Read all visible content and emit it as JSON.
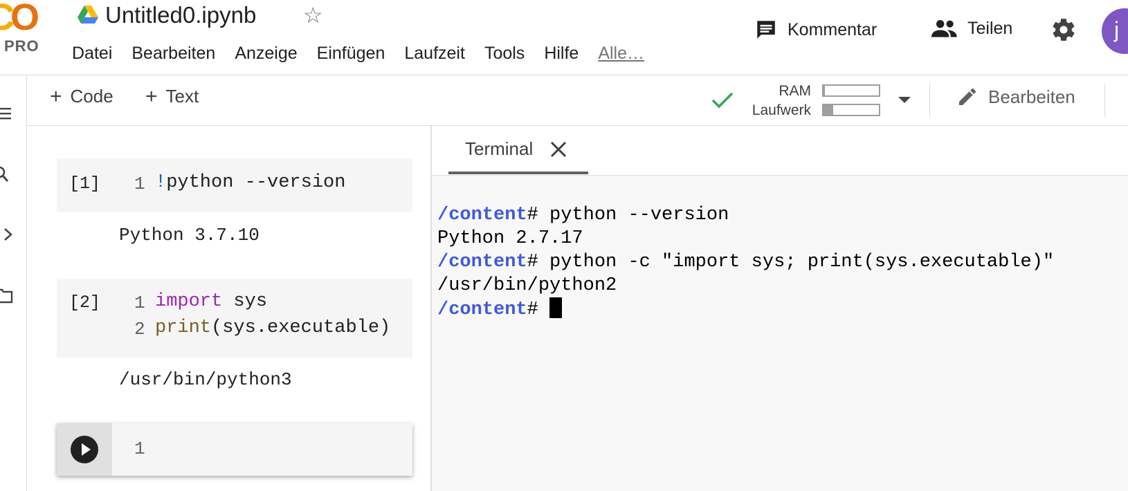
{
  "header": {
    "logo_letters": "CO",
    "logo_badge": "PRO",
    "title": "Untitled0.ipynb",
    "star_icon": "star-outline-icon",
    "menu": [
      "Datei",
      "Bearbeiten",
      "Anzeige",
      "Einfügen",
      "Laufzeit",
      "Tools",
      "Hilfe"
    ],
    "menu_more": "Alle…",
    "comment_label": "Kommentar",
    "share_label": "Teilen",
    "avatar_initial": "j"
  },
  "toolbar": {
    "add_code_label": "Code",
    "add_text_label": "Text",
    "status_icon": "check-icon",
    "ram_label": "RAM",
    "disk_label": "Laufwerk",
    "ram_usage": 0.03,
    "disk_usage": 0.18,
    "edit_label": "Bearbeiten"
  },
  "notebook": {
    "cells": [
      {
        "exec_count": "[1]",
        "lines": [
          {
            "num": "1",
            "bang": "!",
            "rest": "python --version"
          }
        ],
        "output": "Python 3.7.10"
      },
      {
        "exec_count": "[2]",
        "lines": [
          {
            "num": "1",
            "keyword": "import",
            "rest": " sys"
          },
          {
            "num": "2",
            "fn": "print",
            "rest": "(sys.executable)"
          }
        ],
        "output": "/usr/bin/python3"
      },
      {
        "lines": [
          {
            "num": "1"
          }
        ]
      }
    ]
  },
  "terminal": {
    "tab_label": "Terminal",
    "lines": [
      {
        "prompt": "/content",
        "text": "# python --version"
      },
      {
        "text": "Python 2.7.17"
      },
      {
        "prompt": "/content",
        "text": "# python -c \"import sys; print(sys.executable)\""
      },
      {
        "text": "/usr/bin/python2"
      },
      {
        "prompt": "/content",
        "text": "# "
      }
    ]
  },
  "colors": {
    "accent_orange": "#E8710A",
    "accent_yellow": "#F9AB00",
    "prompt_blue": "#3d5adf",
    "keyword_purple": "#9C27B0",
    "avatar_purple": "#7E57C2",
    "status_green": "#34A853"
  }
}
